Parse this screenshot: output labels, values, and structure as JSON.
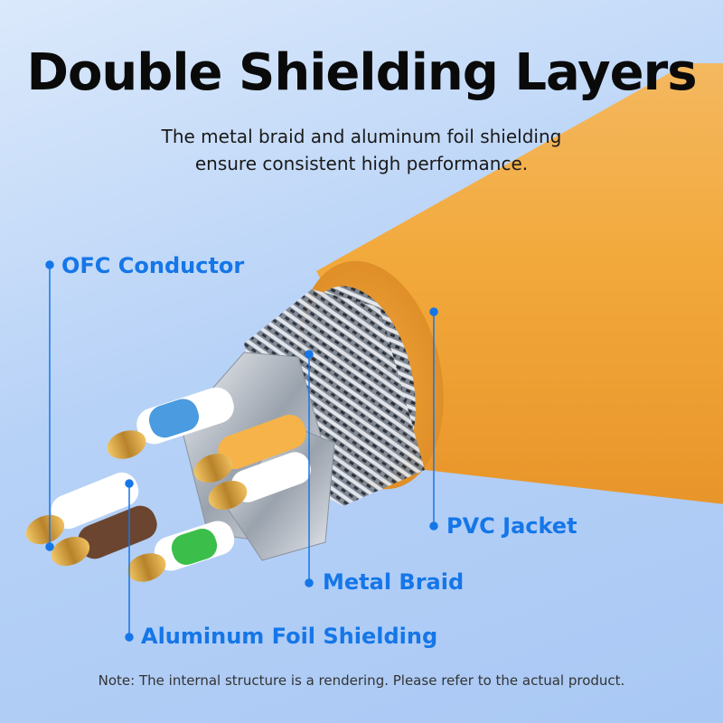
{
  "title": "Double Shielding Layers",
  "subtitle": {
    "line1": "The metal braid and aluminum foil shielding",
    "line2": "ensure consistent high performance."
  },
  "labels": {
    "ofc_conductor": "OFC Conductor",
    "pvc_jacket": "PVC Jacket",
    "metal_braid": "Metal Braid",
    "aluminum_foil": "Aluminum Foil Shielding"
  },
  "note": "Note: The internal structure is a rendering. Please refer to the actual product.",
  "colors": {
    "jacket": "#f2a93b",
    "label": "#1576e8",
    "copper": "#d9a441",
    "wire_blue": "#4a9be0",
    "wire_orange": "#f5b349",
    "wire_green": "#3cbf4a",
    "wire_brown": "#6b4530"
  }
}
